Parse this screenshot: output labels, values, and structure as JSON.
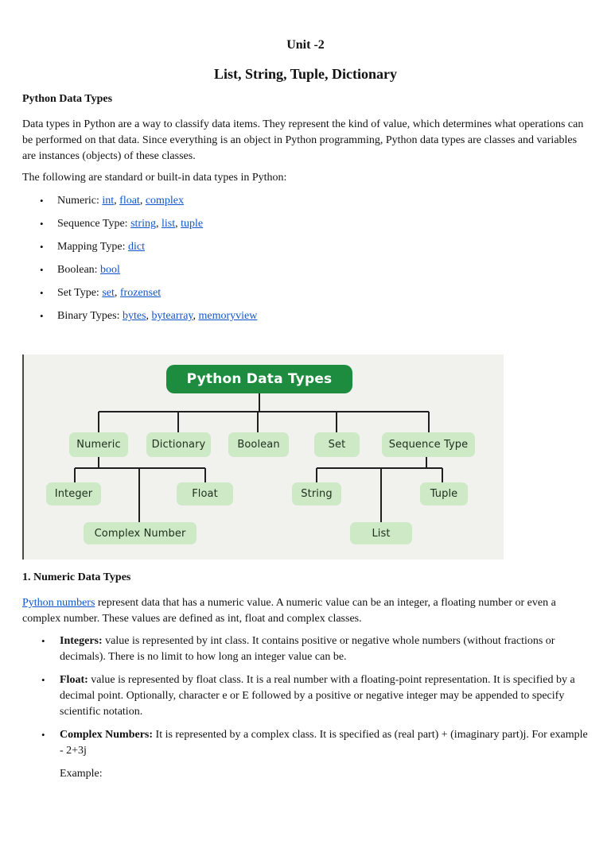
{
  "doc": {
    "title": "Unit -2",
    "subtitle": "List, String, Tuple, Dictionary",
    "link_color": "#1155cc"
  },
  "intro": {
    "heading": "Python Data Types",
    "paragraph1": "Data types in Python are a way to classify data items. They represent the kind of value, which determines what operations can be performed on that data. Since everything is an object in Python programming, Python data types are classes and variables are instances (objects) of these classes.",
    "paragraph2": "The following are standard or built-in data types in Python:",
    "link_separator": ", ",
    "type_bullets": [
      {
        "label": "Numeric: ",
        "links": [
          "int",
          "float",
          "complex"
        ]
      },
      {
        "label": "Sequence Type: ",
        "links": [
          "string",
          "list",
          "tuple"
        ]
      },
      {
        "label": "Mapping Type: ",
        "links": [
          "dict"
        ]
      },
      {
        "label": "Boolean: ",
        "links": [
          "bool"
        ]
      },
      {
        "label": "Set Type: ",
        "links": [
          "set",
          "frozenset"
        ]
      },
      {
        "label": "Binary Types: ",
        "links": [
          "bytes",
          "bytearray",
          "memoryview"
        ]
      }
    ]
  },
  "diagram": {
    "root_label": "Python Data Types",
    "level1": [
      "Numeric",
      "Dictionary",
      "Boolean",
      "Set",
      "Sequence Type"
    ],
    "numeric_children": [
      "Integer",
      "Float",
      "Complex Number"
    ],
    "sequence_children": [
      "String",
      "Tuple",
      "List"
    ],
    "colors": {
      "root_bg": "#1e8c3f",
      "root_text": "#ffffff",
      "node_bg": "#cde9c5",
      "node_text": "#22301f",
      "line": "#1f1f1f",
      "canvas_bg": "#f1f1ee"
    }
  },
  "section_numeric": {
    "heading": "1. Numeric Data Types",
    "intro_link_text": "Python numbers",
    "intro_text": " represent data that has a numeric value. A numeric value can be an integer, a floating number or even a complex number. These values are defined as int, float and complex classes.",
    "bullets": [
      {
        "label": "Integers:",
        "text": " value is represented by int class. It contains positive or negative whole numbers (without fractions or decimals). There is no limit to how long an integer value can be."
      },
      {
        "label": "Float:",
        "text": " value is represented by float class. It is a real number with a floating-point representation. It is specified by a decimal point. Optionally, character e or E followed by a positive or negative integer may be appended to specify scientific notation."
      },
      {
        "label": "Complex Numbers:",
        "text": " It is represented by a complex class. It is specified as (real part) + (imaginary part)j. For example - 2+3j"
      }
    ],
    "example_label": "Example:"
  }
}
